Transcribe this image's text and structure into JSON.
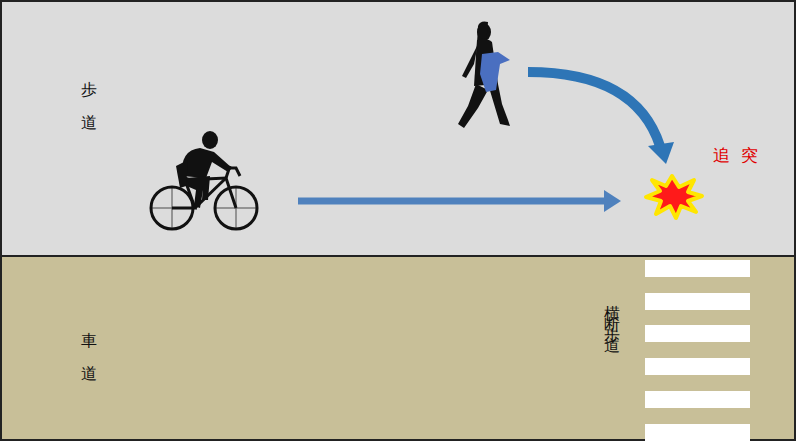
{
  "diagram": {
    "nodes": [
      {
        "text": [
          "歩道"
        ]
      },
      {
        "text": [
          "車道"
        ]
      }
    ],
    "labels": [
      "横断歩道",
      "追 突"
    ]
  }
}
